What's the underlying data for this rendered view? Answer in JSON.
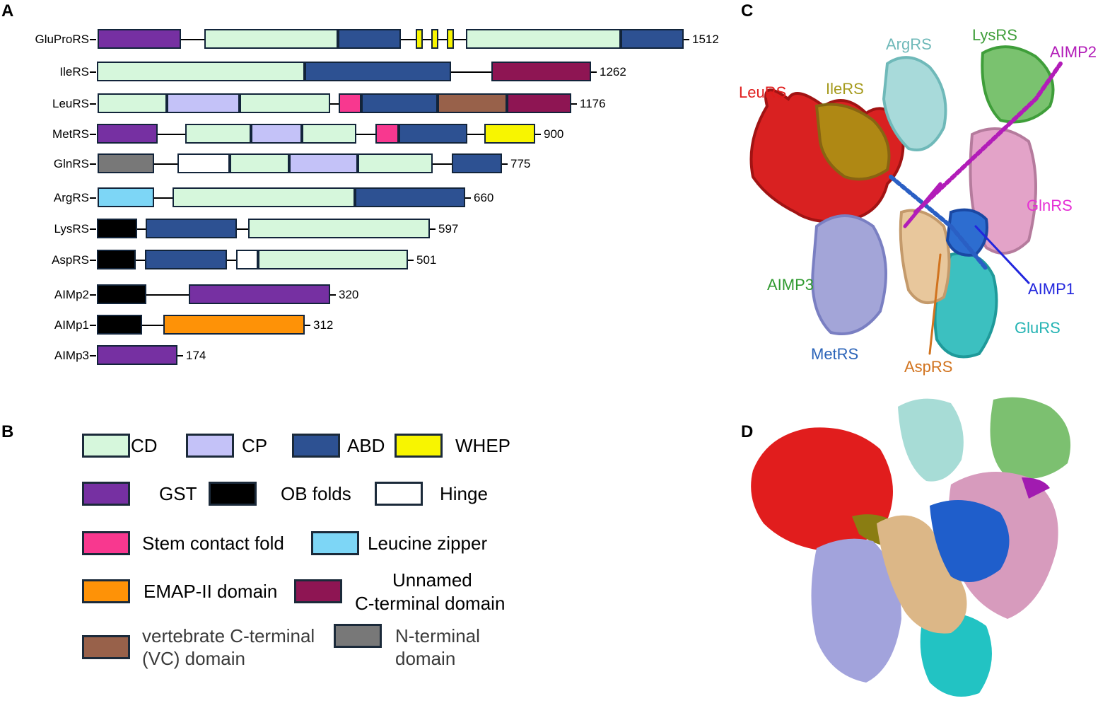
{
  "panel_labels": {
    "a": "A",
    "b": "B",
    "c": "C",
    "d": "D"
  },
  "domain_colors": {
    "CD": "#d6f7dc",
    "CP": "#c4c2f8",
    "ABD": "#2d5192",
    "WHEP": "#f8f500",
    "GST": "#7630a2",
    "OB": "#000000",
    "Hinge": "#ffffff",
    "StemContact": "#f8388f",
    "LeucineZipper": "#7dd6f6",
    "EMAP": "#fe9207",
    "Unnamed": "#8e1553",
    "VC": "#98614a",
    "NTerm": "#787878"
  },
  "proteins": [
    {
      "name": "GluProRS",
      "length": "1512",
      "domains": [
        {
          "type": "GST",
          "start": 138,
          "end": 256
        },
        {
          "type": "CD",
          "start": 289,
          "end": 478
        },
        {
          "type": "ABD",
          "start": 478,
          "end": 567
        },
        {
          "type": "WHEP",
          "start": 588,
          "end": 598
        },
        {
          "type": "WHEP",
          "start": 610,
          "end": 620
        },
        {
          "type": "WHEP",
          "start": 632,
          "end": 642
        },
        {
          "type": "CD",
          "start": 659,
          "end": 878
        },
        {
          "type": "ABD",
          "start": 878,
          "end": 967
        }
      ]
    },
    {
      "name": "IleRS",
      "length": "1262",
      "domains": [
        {
          "type": "CD",
          "start": 137,
          "end": 431
        },
        {
          "type": "ABD",
          "start": 431,
          "end": 638
        },
        {
          "type": "Unnamed",
          "start": 695,
          "end": 836
        }
      ]
    },
    {
      "name": "LeuRS",
      "length": "1176",
      "domains": [
        {
          "type": "CD",
          "start": 138,
          "end": 236
        },
        {
          "type": "CP",
          "start": 236,
          "end": 339
        },
        {
          "type": "CD",
          "start": 339,
          "end": 467
        },
        {
          "type": "StemContact",
          "start": 479,
          "end": 511
        },
        {
          "type": "ABD",
          "start": 511,
          "end": 619
        },
        {
          "type": "VC",
          "start": 619,
          "end": 717
        },
        {
          "type": "Unnamed",
          "start": 717,
          "end": 808
        }
      ]
    },
    {
      "name": "MetRS",
      "length": "900",
      "domains": [
        {
          "type": "GST",
          "start": 137,
          "end": 223
        },
        {
          "type": "CD",
          "start": 262,
          "end": 355
        },
        {
          "type": "CP",
          "start": 355,
          "end": 427
        },
        {
          "type": "CD",
          "start": 427,
          "end": 504
        },
        {
          "type": "StemContact",
          "start": 531,
          "end": 564
        },
        {
          "type": "ABD",
          "start": 564,
          "end": 661
        },
        {
          "type": "WHEP",
          "start": 685,
          "end": 757
        }
      ]
    },
    {
      "name": "GlnRS",
      "length": "775",
      "domains": [
        {
          "type": "NTerm",
          "start": 138,
          "end": 218
        },
        {
          "type": "Hinge",
          "start": 251,
          "end": 325
        },
        {
          "type": "CD",
          "start": 325,
          "end": 409
        },
        {
          "type": "CP",
          "start": 409,
          "end": 506
        },
        {
          "type": "CD",
          "start": 506,
          "end": 612
        },
        {
          "type": "ABD",
          "start": 639,
          "end": 710
        }
      ]
    },
    {
      "name": "ArgRS",
      "length": "660",
      "domains": [
        {
          "type": "LeucineZipper",
          "start": 138,
          "end": 218
        },
        {
          "type": "CD",
          "start": 244,
          "end": 502
        },
        {
          "type": "ABD",
          "start": 502,
          "end": 658
        }
      ]
    },
    {
      "name": "LysRS",
      "length": "597",
      "domains": [
        {
          "type": "OB",
          "start": 137,
          "end": 194
        },
        {
          "type": "ABD",
          "start": 206,
          "end": 335
        },
        {
          "type": "CD",
          "start": 351,
          "end": 608
        }
      ]
    },
    {
      "name": "AspRS",
      "length": "501",
      "domains": [
        {
          "type": "OB",
          "start": 137,
          "end": 192
        },
        {
          "type": "ABD",
          "start": 205,
          "end": 321
        },
        {
          "type": "Hinge",
          "start": 334,
          "end": 365
        },
        {
          "type": "CD",
          "start": 365,
          "end": 577
        }
      ]
    },
    {
      "name": "AIMp2",
      "length": "320",
      "domains": [
        {
          "type": "OB",
          "start": 137,
          "end": 207
        },
        {
          "type": "GST",
          "start": 267,
          "end": 467
        }
      ]
    },
    {
      "name": "AIMp1",
      "length": "312",
      "domains": [
        {
          "type": "OB",
          "start": 137,
          "end": 201
        },
        {
          "type": "EMAP",
          "start": 231,
          "end": 431
        }
      ]
    },
    {
      "name": "AIMp3",
      "length": "174",
      "domains": [
        {
          "type": "GST",
          "start": 137,
          "end": 251
        }
      ]
    }
  ],
  "legend": {
    "cd": "CD",
    "cp": "CP",
    "abd": "ABD",
    "whep": "WHEP",
    "gst": "GST",
    "ob": "OB folds",
    "hinge": "Hinge",
    "stem": "Stem contact fold",
    "leucine": "Leucine zipper",
    "emap": "EMAP-II domain",
    "unnamed_1": "Unnamed",
    "unnamed_2": "C-terminal domain",
    "vc_1": "vertebrate C-terminal",
    "vc_2": "(VC) domain",
    "nterm_1": "N-terminal",
    "nterm_2": "domain"
  },
  "structure_labels": {
    "argrs": "ArgRS",
    "lysrs": "LysRS",
    "aimp2": "AIMP2",
    "leurs": "LeuRS",
    "ilers": "IleRS",
    "glnrs": "GlnRS",
    "aimp3": "AIMP3",
    "aimp1": "AIMP1",
    "glurs": "GluRS",
    "metrs": "MetRS",
    "asprs": "AspRS"
  },
  "structure_colors": {
    "leurs": "#e01b1b",
    "ilers": "#a59a1c",
    "argrs": "#6fb9b9",
    "lysrs": "#3f9e3a",
    "aimp2": "#b21cb8",
    "glnrs": "#e630d5",
    "aimp1": "#2226dd",
    "glurs": "#23b3b3",
    "metrs": "#2a63b8",
    "asprs": "#d1731e",
    "aimp3": "#2f9a2f"
  }
}
